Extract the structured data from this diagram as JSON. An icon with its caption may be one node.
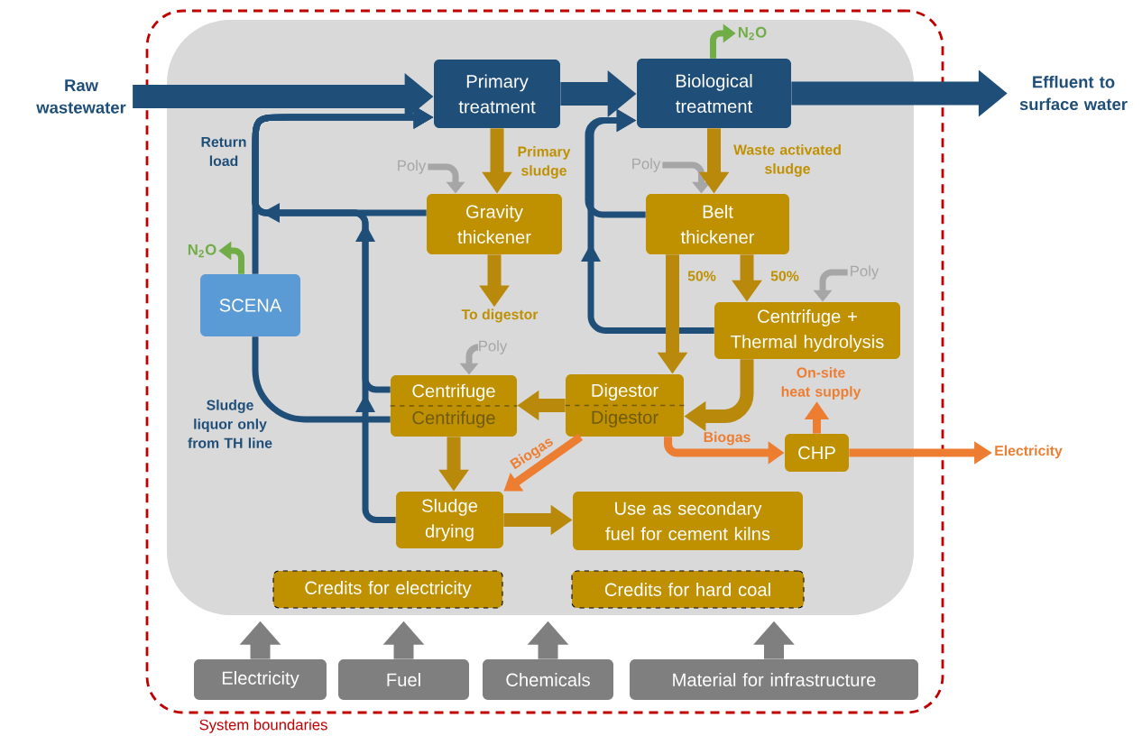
{
  "diagram": {
    "nodes": [
      {
        "text": [
          "System boundaries"
        ]
      },
      {
        "text": [
          "Raw wastewater"
        ]
      },
      {
        "text": [
          "Primary treatment"
        ],
        "in": 0
      },
      {
        "text": [
          "Biological treatment"
        ],
        "in": 0
      },
      {
        "text": [
          "Effluent to surface water"
        ]
      },
      {
        "text": [
          "N$_{2}$O"
        ],
        "in": 0
      },
      {
        "text": [
          "Poly"
        ],
        "in": 0
      },
      {
        "text": [
          "Poly"
        ],
        "in": 0
      },
      {
        "text": [
          "Gravity thickener"
        ],
        "in": 0
      },
      {
        "text": [
          "Belt thickener"
        ],
        "in": 0
      },
      {
        "text": [
          "N$_{2}$O"
        ],
        "in": 0
      },
      {
        "text": [
          "Poly"
        ],
        "in": 0
      },
      {
        "text": [
          "SCENA"
        ],
        "in": 0
      },
      {
        "text": [
          "To digestor"
        ],
        "in": 0
      },
      {
        "text": [
          "Centrifuge + Thermal hydrolysis"
        ],
        "in": 0
      },
      {
        "text": [
          "Poly"
        ],
        "in": 0
      },
      {
        "text": [
          "On-site heat supply"
        ],
        "in": 0
      },
      {
        "text": [
          "Centrifuge",
          "Centrifuge"
        ],
        "in": 0
      },
      {
        "text": [
          "Digestor",
          "Digestor"
        ],
        "in": 0
      },
      {
        "text": [
          "CHP"
        ],
        "in": 0
      },
      {
        "text": [
          "Electricity"
        ]
      },
      {
        "text": [
          "Sludge drying"
        ],
        "in": 0
      },
      {
        "text": [
          "Use as secondary fuel for cement kilns"
        ],
        "in": 0
      },
      {
        "text": [
          "Credits for electricity"
        ],
        "in": 0
      },
      {
        "text": [
          "Credits for hard coal"
        ],
        "in": 0
      },
      {
        "text": [
          "Electricity"
        ],
        "in": 0
      },
      {
        "text": [
          "Fuel"
        ],
        "in": 0
      },
      {
        "text": [
          "Chemicals"
        ],
        "in": 0
      },
      {
        "text": [
          "Material for infrastructure"
        ],
        "in": 0
      }
    ],
    "edges": [
      {
        "from": 1,
        "to": 2,
        "arrow": "to",
        "style": "thick",
        "color": "#1f4e79"
      },
      {
        "from": 2,
        "to": 3,
        "arrow": "to",
        "style": "thick",
        "color": "#1f4e79"
      },
      {
        "from": 3,
        "to": 4,
        "arrow": "to",
        "style": "thick",
        "color": "#1f4e79"
      },
      {
        "from": 3,
        "to": 5,
        "arrow": "to",
        "color": "#70ad47"
      },
      {
        "from": 6,
        "to": 8,
        "arrow": "to",
        "color": "#a6a6a6"
      },
      {
        "from": 7,
        "to": 9,
        "arrow": "to",
        "color": "#a6a6a6"
      },
      {
        "from": 2,
        "to": 8,
        "arrow": "to",
        "label": "Primary sludge",
        "color": "#b8890b"
      },
      {
        "from": 3,
        "to": 9,
        "arrow": "to",
        "label": "Waste activated sludge",
        "color": "#b8890b"
      },
      {
        "from": 8,
        "to": 13,
        "arrow": "to",
        "color": "#b8890b"
      },
      {
        "from": 9,
        "to": 18,
        "arrow": "to",
        "label": "50%",
        "color": "#b8890b"
      },
      {
        "from": 9,
        "to": 14,
        "arrow": "to",
        "label": "50%",
        "color": "#b8890b"
      },
      {
        "from": 11,
        "to": 14,
        "arrow": "to",
        "color": "#a6a6a6"
      },
      {
        "from": 15,
        "to": 17,
        "arrow": "to",
        "color": "#a6a6a6"
      },
      {
        "from": 14,
        "to": 18,
        "arrow": "to",
        "color": "#b8890b"
      },
      {
        "from": 18,
        "to": 17,
        "arrow": "to",
        "color": "#b8890b"
      },
      {
        "from": 18,
        "to": 19,
        "arrow": "to",
        "label": "Biogas",
        "color": "#ed7d31"
      },
      {
        "from": 18,
        "to": 21,
        "arrow": "to",
        "label": "Biogas",
        "color": "#ed7d31"
      },
      {
        "from": 19,
        "to": 16,
        "arrow": "to",
        "color": "#ed7d31"
      },
      {
        "from": 19,
        "to": 20,
        "arrow": "to",
        "color": "#ed7d31"
      },
      {
        "from": 17,
        "to": 21,
        "arrow": "to",
        "color": "#b8890b"
      },
      {
        "from": 21,
        "to": 22,
        "arrow": "to",
        "color": "#b8890b"
      },
      {
        "from": 8,
        "to": 2,
        "arrow": "to",
        "color": "#1f4e79"
      },
      {
        "from": 12,
        "to": 2,
        "arrow": "to",
        "color": "#1f4e79"
      },
      {
        "from": 21,
        "to": 2,
        "arrow": "to",
        "color": "#1f4e79"
      },
      {
        "from": 17,
        "to": 2,
        "arrow": "to",
        "color": "#1f4e79"
      },
      {
        "from": 17,
        "to": 12,
        "arrow": "none",
        "color": "#1f4e79"
      },
      {
        "from": 9,
        "to": 3,
        "arrow": "to",
        "color": "#1f4e79"
      },
      {
        "from": 14,
        "to": 3,
        "arrow": "to",
        "color": "#1f4e79"
      },
      {
        "from": 25,
        "to": null,
        "arrow": "to",
        "style": "thick",
        "color": "#7f7f7f"
      },
      {
        "from": 26,
        "to": null,
        "arrow": "to",
        "style": "thick",
        "color": "#7f7f7f"
      },
      {
        "from": 27,
        "to": null,
        "arrow": "to",
        "style": "thick",
        "color": "#7f7f7f"
      },
      {
        "from": 28,
        "to": null,
        "arrow": "to",
        "style": "thick",
        "color": "#7f7f7f"
      },
      {
        "from": 12,
        "to": 10,
        "arrow": "to",
        "color": "#70ad47"
      }
    ],
    "labels": [
      "Return load",
      "Sludge liquor only from TH line"
    ]
  }
}
